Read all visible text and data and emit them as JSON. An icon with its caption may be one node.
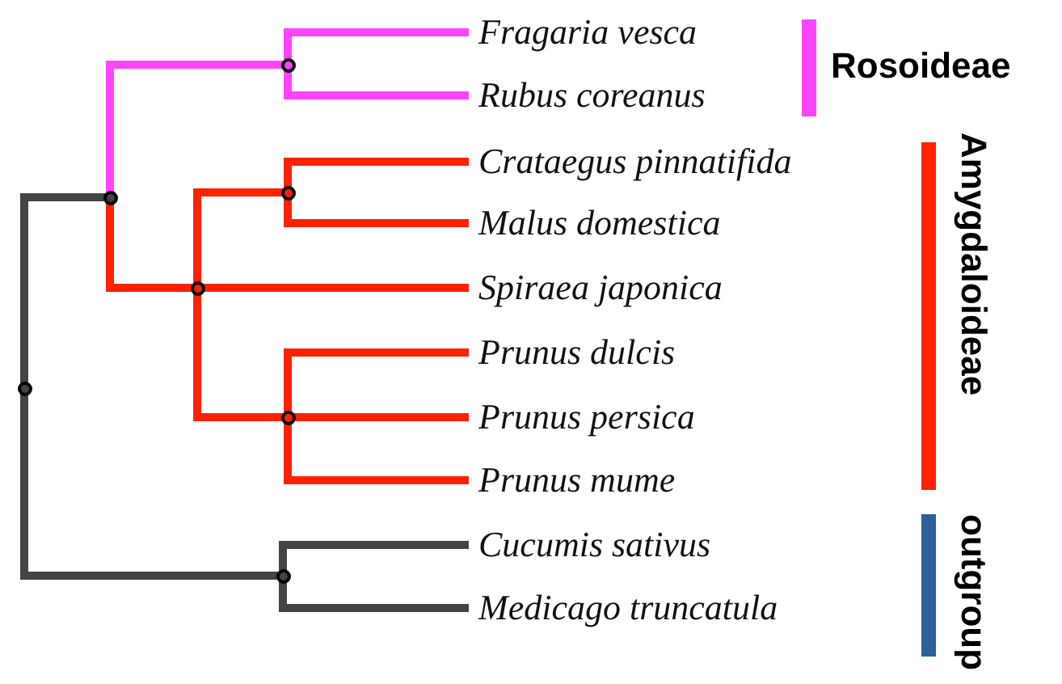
{
  "diagram": {
    "nodes": [
      {
        "text": [
          "Fragaria vesca"
        ]
      },
      {
        "text": [
          "Rubus coreanus"
        ]
      },
      {
        "text": [
          "Crataegus pinnatifida"
        ]
      },
      {
        "text": [
          "Malus domestica"
        ]
      },
      {
        "text": [
          "Spiraea japonica"
        ]
      },
      {
        "text": [
          "Prunus dulcis"
        ]
      },
      {
        "text": [
          "Prunus persica"
        ]
      },
      {
        "text": [
          "Prunus mume"
        ]
      },
      {
        "text": [
          "Cucumis sativus"
        ]
      },
      {
        "text": [
          "Medicago truncatula"
        ]
      },
      {
        "text": [],
        "shape": "point"
      },
      {
        "text": [],
        "shape": "point"
      },
      {
        "text": [],
        "shape": "point"
      },
      {
        "text": [],
        "shape": "point"
      },
      {
        "text": [],
        "shape": "point"
      },
      {
        "text": [],
        "shape": "point"
      },
      {
        "text": [],
        "shape": "point"
      }
    ],
    "edges": [
      {
        "from": 10,
        "to": 11,
        "arrow": "none",
        "color": "#444444"
      },
      {
        "from": 10,
        "to": 16,
        "arrow": "none",
        "color": "#444444"
      },
      {
        "from": 11,
        "to": 12,
        "arrow": "none",
        "color": "#ff44ff"
      },
      {
        "from": 11,
        "to": 13,
        "arrow": "none"
      },
      {
        "from": 12,
        "to": 0,
        "arrow": "none",
        "color": "#ff44ff"
      },
      {
        "from": 12,
        "to": 1,
        "arrow": "none",
        "color": "#ff44ff"
      },
      {
        "from": 13,
        "to": 14,
        "arrow": "none"
      },
      {
        "from": 13,
        "to": 4,
        "arrow": "none"
      },
      {
        "from": 13,
        "to": 15,
        "arrow": "none"
      },
      {
        "from": 14,
        "to": 2,
        "arrow": "none"
      },
      {
        "from": 14,
        "to": 3,
        "arrow": "none"
      },
      {
        "from": 15,
        "to": 5,
        "arrow": "none"
      },
      {
        "from": 15,
        "to": 6,
        "arrow": "none"
      },
      {
        "from": 15,
        "to": 7,
        "arrow": "none"
      },
      {
        "from": 16,
        "to": 8,
        "arrow": "none",
        "color": "#444444"
      },
      {
        "from": 16,
        "to": 9,
        "arrow": "none",
        "color": "#444444"
      }
    ],
    "labels": [
      "Rosoideae",
      "Amygdaloideae",
      "outgroup"
    ]
  }
}
